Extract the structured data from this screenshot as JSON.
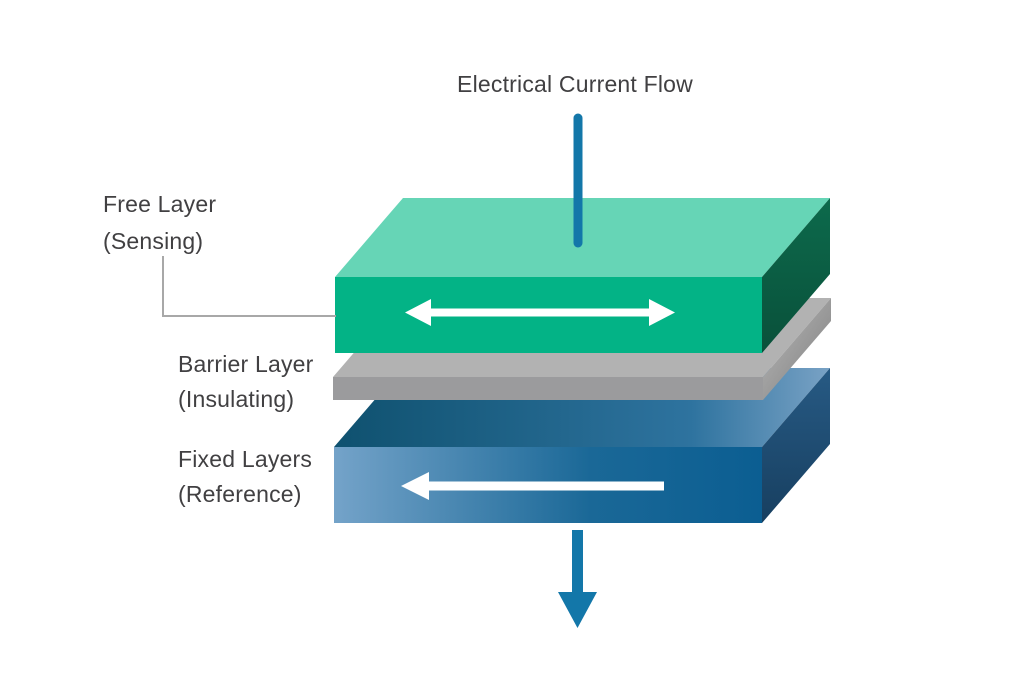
{
  "title": "Electrical Current Flow",
  "labels": {
    "free_layer_line1": "Free Layer",
    "free_layer_line2": "(Sensing)",
    "barrier_layer_line1": "Barrier Layer",
    "barrier_layer_line2": "(Insulating)",
    "fixed_layers_line1": "Fixed Layers",
    "fixed_layers_line2": "(Reference)"
  },
  "colors": {
    "background": "#ffffff",
    "text": "#414042",
    "current_arrow": "#1377a9",
    "label_connector": "#a8a8a8",
    "magnetization_arrow": "#ffffff",
    "free_layer_top": "#66d5b6",
    "free_layer_front": "#03b386",
    "free_layer_side_top": "#0d6a4c",
    "free_layer_side_bottom": "#09503a",
    "barrier_top": "#b2b2b2",
    "barrier_front": "#9b9b9d",
    "barrier_side_light": "#bababa",
    "barrier_side_dark": "#7d7d7d",
    "fixed_top_left": "#0f516f",
    "fixed_top_mid": "#2e739f",
    "fixed_top_right": "#79a2c5",
    "fixed_front_left": "#74a3c9",
    "fixed_front_mid": "#1a6897",
    "fixed_front_right": "#0b5e92",
    "fixed_side_top": "#275a84",
    "fixed_side_bottom": "#173f60"
  }
}
